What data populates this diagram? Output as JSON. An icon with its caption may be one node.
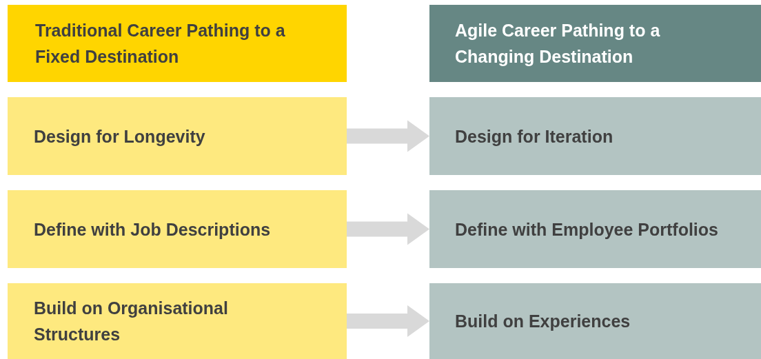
{
  "diagram": {
    "nodes": [
      {
        "text": [
          "Traditional Career Pathing to a Fixed Destination"
        ]
      },
      {
        "text": [
          "Agile Career Pathing to a Changing Destination"
        ]
      },
      {
        "text": [
          "Design for Longevity"
        ]
      },
      {
        "text": [
          "Design for Iteration"
        ]
      },
      {
        "text": [
          "Define with Job Descriptions"
        ]
      },
      {
        "text": [
          "Define with Employee Portfolios"
        ]
      },
      {
        "text": [
          "Build on Organisational Structures"
        ]
      },
      {
        "text": [
          "Build on Experiences"
        ]
      }
    ],
    "edges": [
      {
        "from": 2,
        "to": 3,
        "arrow": "to"
      },
      {
        "from": 4,
        "to": 5,
        "arrow": "to"
      },
      {
        "from": 6,
        "to": 7,
        "arrow": "to"
      }
    ]
  }
}
